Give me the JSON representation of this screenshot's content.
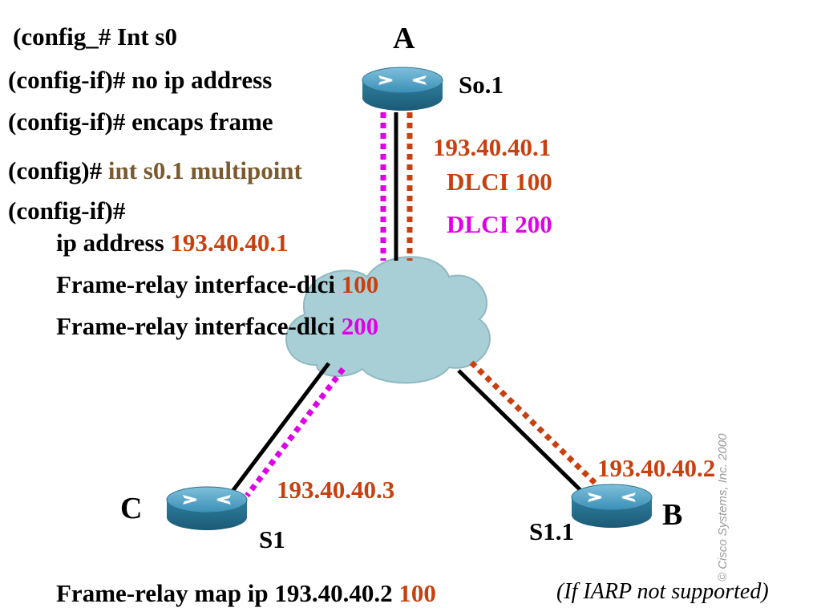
{
  "colors": {
    "orange": "#c8400f",
    "brown": "#7a5a2e",
    "magenta": "#e000e8",
    "cloud_fill": "#a9cfd6",
    "router_blue": "#2f7fa0"
  },
  "config": {
    "line1": "(config_# Int s0",
    "line2": "(config-if)# no ip address",
    "line3": "(config-if)# encaps frame",
    "line4_prefix": "(config)# ",
    "line4_cmd": "int s0.1 multipoint",
    "line5": "(config-if)#",
    "line6_prefix": "ip address ",
    "line6_ip": "193.40.40.1",
    "line7_prefix": "Frame-relay interface-dlci ",
    "line7_dlci": "100",
    "line8_prefix": "Frame-relay interface-dlci ",
    "line8_dlci": "200"
  },
  "routers": {
    "a": {
      "name": "A",
      "interface": "So.1",
      "ip": "193.40.40.1",
      "icon": "router-icon"
    },
    "b": {
      "name": "B",
      "interface": "S1.1",
      "ip": "193.40.40.2",
      "icon": "router-icon"
    },
    "c": {
      "name": "C",
      "interface": "S1",
      "ip": "193.40.40.3",
      "icon": "router-icon"
    }
  },
  "dlci": {
    "first": "DLCI 100",
    "second": "DLCI 200"
  },
  "cloud": {
    "icon": "frame-relay-cloud-icon"
  },
  "bottom": {
    "prefix": "Frame-relay map ip 193.40.40.2 ",
    "dlci": "100",
    "note": "(If IARP not supported)"
  },
  "copyright": "© Cisco Systems, Inc. 2000"
}
